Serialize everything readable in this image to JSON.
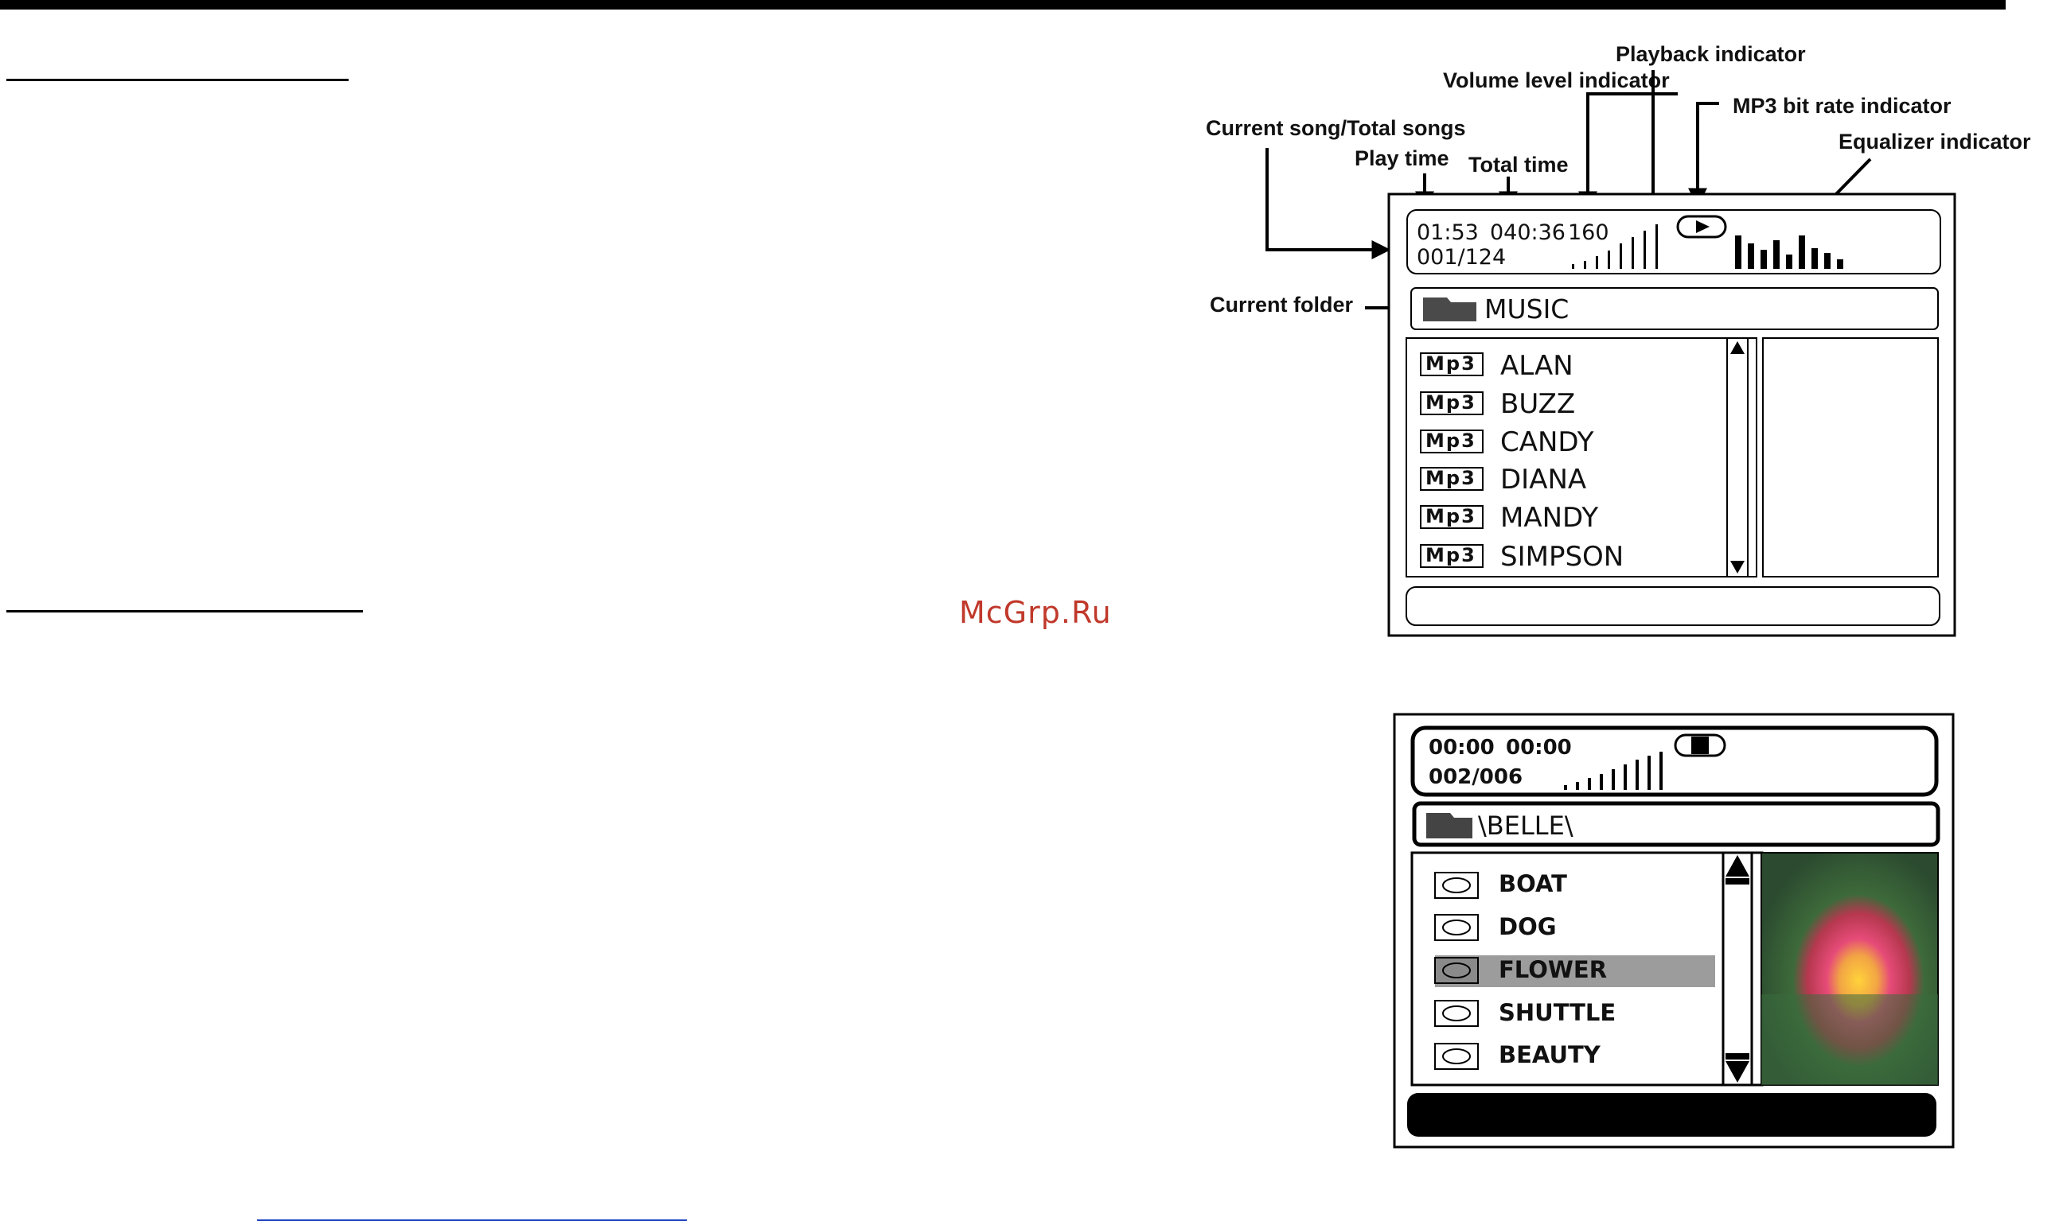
{
  "watermark": "McGrp.Ru",
  "callouts": {
    "current_song_total": "Current song/Total songs",
    "play_time": "Play time",
    "total_time": "Total time",
    "volume_level": "Volume level indicator",
    "playback": "Playback indicator",
    "mp3_bit_rate": "MP3 bit rate indicator",
    "equalizer": "Equalizer indicator",
    "current_folder": "Current folder"
  },
  "mp3_screen": {
    "play_time": "01:53",
    "total_time": "040:36",
    "bit_rate": "160",
    "track_counter": "001/124",
    "folder": "MUSIC",
    "file_badge": "Mp3",
    "files": [
      "ALAN",
      "BUZZ",
      "CANDY",
      "DIANA",
      "MANDY",
      "SIMPSON"
    ],
    "playback_state": "play-icon"
  },
  "jpeg_screen": {
    "play_time": "00:00",
    "total_time": "00:00",
    "track_counter": "002/006",
    "folder": "\\BELLE\\",
    "files": [
      "BOAT",
      "DOG",
      "FLOWER",
      "SHUTTLE",
      "BEAUTY"
    ],
    "selected_file": "FLOWER",
    "playback_state": "stop-icon"
  }
}
